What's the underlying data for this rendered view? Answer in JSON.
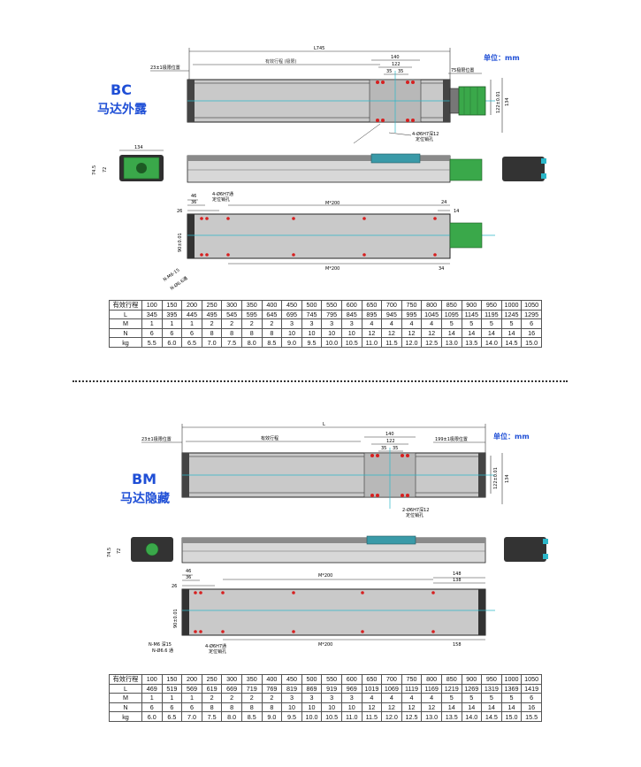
{
  "unit_label": "单位：mm",
  "bc": {
    "title_line1": "BC",
    "title_line2": "马达外露",
    "dims": {
      "total": "L745",
      "effective": "有效行程 (极限)",
      "left_limit": "23±1极限位置",
      "right_limit": "75极限位置",
      "d140": "140",
      "d122": "122",
      "d35a": "35",
      "d35b": "35",
      "hole_note": "4-Ø6H7深12",
      "hole_note2": "定位销孔",
      "height122": "122±0.01",
      "height134": "134",
      "w134": "134",
      "h74_5": "74.5",
      "h72": "72",
      "b46": "46",
      "b36": "36",
      "b26": "26",
      "hole4": "4-Ø6H7通",
      "hole4b": "定位销孔",
      "m200_top": "M*200",
      "m200_bot": "M*200",
      "r24": "24",
      "r14": "14",
      "r34": "34",
      "side90": "90±0.01",
      "nhole": "N-M6-15",
      "nhole2": "N-Ø6.6通"
    },
    "table": {
      "rows": [
        [
          "有效行程",
          "100",
          "150",
          "200",
          "250",
          "300",
          "350",
          "400",
          "450",
          "500",
          "550",
          "600",
          "650",
          "700",
          "750",
          "800",
          "850",
          "900",
          "950",
          "1000",
          "1050"
        ],
        [
          "L",
          "345",
          "395",
          "445",
          "495",
          "545",
          "595",
          "645",
          "695",
          "745",
          "795",
          "845",
          "895",
          "945",
          "995",
          "1045",
          "1095",
          "1145",
          "1195",
          "1245",
          "1295"
        ],
        [
          "M",
          "1",
          "1",
          "1",
          "2",
          "2",
          "2",
          "2",
          "3",
          "3",
          "3",
          "3",
          "4",
          "4",
          "4",
          "4",
          "5",
          "5",
          "5",
          "5",
          "6"
        ],
        [
          "N",
          "6",
          "6",
          "6",
          "8",
          "8",
          "8",
          "8",
          "10",
          "10",
          "10",
          "10",
          "12",
          "12",
          "12",
          "12",
          "14",
          "14",
          "14",
          "14",
          "16"
        ],
        [
          "kg",
          "5.5",
          "6.0",
          "6.5",
          "7.0",
          "7.5",
          "8.0",
          "8.5",
          "9.0",
          "9.5",
          "10.0",
          "10.5",
          "11.0",
          "11.5",
          "12.0",
          "12.5",
          "13.0",
          "13.5",
          "14.0",
          "14.5",
          "15.0"
        ]
      ]
    }
  },
  "bm": {
    "title_line1": "BM",
    "title_line2": "马达隐藏",
    "dims": {
      "total": "L",
      "effective": "有效行程",
      "left_limit": "23±1极限位置",
      "right_limit": "199±1极限位置",
      "d140": "140",
      "d122": "122",
      "d35a": "35",
      "d35b": "35",
      "hole_note": "2-Ø6H7深12",
      "hole_note2": "定位销孔",
      "height122": "122±0.01",
      "height134": "134",
      "h74_5": "74.5",
      "h72": "72",
      "b46": "46",
      "b36": "36",
      "b26": "26",
      "m200_top": "M*200",
      "m200_bot": "M*200",
      "r148": "148",
      "r138": "138",
      "r158": "158",
      "side90": "90±0.01",
      "nhole": "N-M6 深15",
      "nhole2": "N-Ø6.6 通",
      "hole4": "4-Ø6H7通",
      "hole4b": "定位销孔"
    },
    "table": {
      "rows": [
        [
          "有效行程",
          "100",
          "150",
          "200",
          "250",
          "300",
          "350",
          "400",
          "450",
          "500",
          "550",
          "600",
          "650",
          "700",
          "750",
          "800",
          "850",
          "900",
          "950",
          "1000",
          "1050"
        ],
        [
          "L",
          "469",
          "519",
          "569",
          "619",
          "669",
          "719",
          "769",
          "819",
          "869",
          "919",
          "969",
          "1019",
          "1069",
          "1119",
          "1169",
          "1219",
          "1269",
          "1319",
          "1369",
          "1419"
        ],
        [
          "M",
          "1",
          "1",
          "1",
          "2",
          "2",
          "2",
          "2",
          "3",
          "3",
          "3",
          "3",
          "4",
          "4",
          "4",
          "4",
          "5",
          "5",
          "5",
          "5",
          "6"
        ],
        [
          "N",
          "6",
          "6",
          "6",
          "8",
          "8",
          "8",
          "8",
          "10",
          "10",
          "10",
          "10",
          "12",
          "12",
          "12",
          "12",
          "14",
          "14",
          "14",
          "14",
          "16"
        ],
        [
          "kg",
          "6.0",
          "6.5",
          "7.0",
          "7.5",
          "8.0",
          "8.5",
          "9.0",
          "9.5",
          "10.0",
          "10.5",
          "11.0",
          "11.5",
          "12.0",
          "12.5",
          "13.0",
          "13.5",
          "14.0",
          "14.5",
          "15.0",
          "15.5"
        ]
      ]
    }
  }
}
